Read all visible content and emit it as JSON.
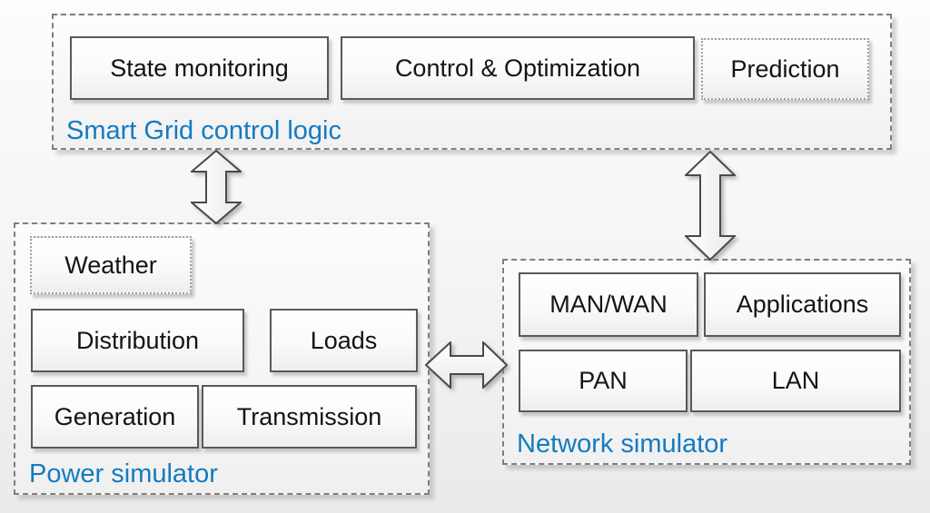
{
  "groups": {
    "control": {
      "label": "Smart Grid control logic",
      "boxes": {
        "state_monitoring": "State monitoring",
        "control_optimization": "Control & Optimization",
        "prediction": "Prediction"
      }
    },
    "power": {
      "label": "Power simulator",
      "boxes": {
        "weather": "Weather",
        "distribution": "Distribution",
        "loads": "Loads",
        "generation": "Generation",
        "transmission": "Transmission"
      }
    },
    "network": {
      "label": "Network simulator",
      "boxes": {
        "man_wan": "MAN/WAN",
        "applications": "Applications",
        "pan": "PAN",
        "lan": "LAN"
      }
    },
    "colors": {
      "group_label_blue": "#147BC0",
      "box_border": "#595959",
      "container_border": "#7F7F7F"
    }
  }
}
